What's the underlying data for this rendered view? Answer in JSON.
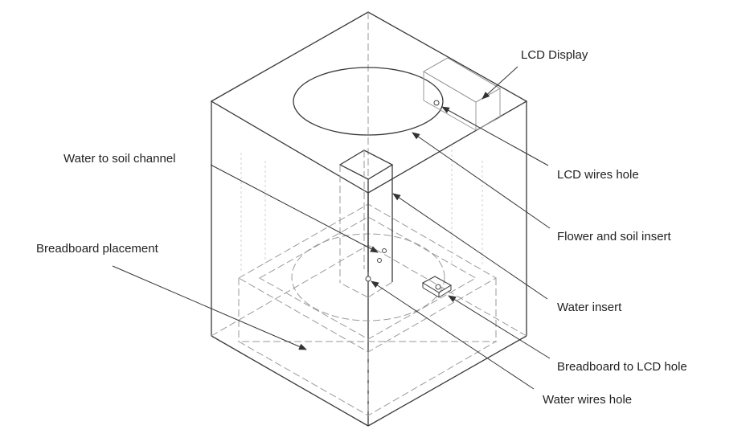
{
  "labels": {
    "lcd_display": "LCD Display",
    "lcd_wires_hole": "LCD wires hole",
    "flower_soil_insert": "Flower and soil insert",
    "water_to_soil_channel": "Water to soil channel",
    "breadboard_placement": "Breadboard placement",
    "water_insert": "Water insert",
    "breadboard_to_lcd_hole": "Breadboard to LCD hole",
    "water_wires_hole": "Water wires hole"
  },
  "colors": {
    "line": "#3a3a3a",
    "hidden_line": "#9a9a9a",
    "text": "#222222",
    "background": "#ffffff"
  }
}
